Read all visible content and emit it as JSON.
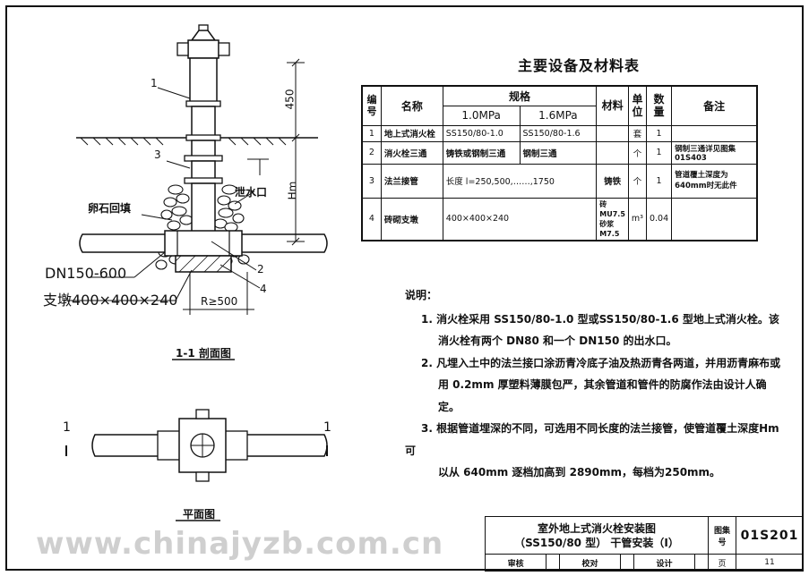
{
  "table": {
    "title": "主要设备及材料表",
    "headers": {
      "no": "编号",
      "name": "名称",
      "spec": "规格",
      "spec_a": "1.0MPa",
      "spec_b": "1.6MPa",
      "material": "材料",
      "unit": "单位",
      "qty": "数量",
      "remark": "备注"
    },
    "rows": [
      {
        "no": "1",
        "name": "地上式消火栓",
        "spec_a": "SS150/80-1.0",
        "spec_b": "SS150/80-1.6",
        "material": "",
        "unit": "套",
        "qty": "1",
        "remark": ""
      },
      {
        "no": "2",
        "name": "消火栓三通",
        "spec_a": "铸铁或钢制三通",
        "spec_b": "钢制三通",
        "material": "",
        "unit": "个",
        "qty": "1",
        "remark": "钢制三通详见图集01S403"
      },
      {
        "no": "3",
        "name": "法兰接管",
        "spec_a": "长度 l=250,500,……,1750",
        "spec_b": "",
        "material": "铸铁",
        "unit": "个",
        "qty": "1",
        "remark": "管道覆土深度为640mm时无此件"
      },
      {
        "no": "4",
        "name": "砖砌支墩",
        "spec_a": "400×400×240",
        "spec_b": "",
        "material": "砖MU7.5 砂浆M7.5",
        "unit": "m³",
        "qty": "0.04",
        "remark": ""
      }
    ]
  },
  "notes": {
    "heading": "说明：",
    "items": [
      {
        "n": "1.",
        "line1": "消火栓采用 SS150/80-1.0 型或SS150/80-1.6 型地上式消火栓。该",
        "line2": "消火栓有两个 DN80 和一个 DN150 的出水口。"
      },
      {
        "n": "2.",
        "line1": "凡埋入土中的法兰接口涂沥青冷底子油及热沥青各两道，并用沥青麻布或",
        "line2": "用 0.2mm 厚塑料薄膜包严，其余管道和管件的防腐作法由设计人确定。"
      },
      {
        "n": "3.",
        "line1": "根据管道埋深的不同，可选用不同长度的法兰接管，使管道覆土深度Hm可",
        "line2": "以从 640mm 逐档加高到 2890mm，每档为250mm。"
      }
    ]
  },
  "drawing": {
    "section_title": "1-1 剖面图",
    "plan_title": "平面图",
    "labels": {
      "n1": "1",
      "n2": "2",
      "n3": "3",
      "n4": "4",
      "gravel": "卵石回填",
      "drain": "泄水口",
      "dn": "DN150-600",
      "pier": "支墩400×400×240",
      "r": "R≥500",
      "dim450": "450",
      "hm": "Hm",
      "cut1": "1",
      "cut2": "1"
    }
  },
  "title_block": {
    "title_line1": "室外地上式消火栓安装图",
    "title_line2": "（SS150/80 型） 干管安装（I）",
    "atlas_label": "图集号",
    "atlas_no": "01S201",
    "review": "审核",
    "check": "校对",
    "design": "设计",
    "page_label": "页",
    "page_no": "11"
  },
  "watermark": "www.chinajyzb.com.cn"
}
